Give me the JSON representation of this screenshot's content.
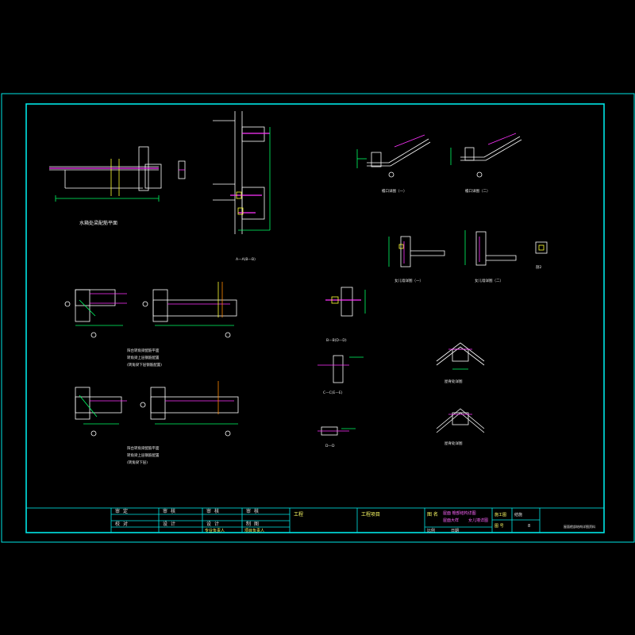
{
  "colors": {
    "background": "#000000",
    "frame": "#00e6e6",
    "linework": "#ffffff",
    "steel": "#ff33ff",
    "dimension": "#00ff66",
    "highlight": "#ffff33",
    "accent": "#ff8800"
  },
  "details": {
    "eave_1": "檐口详图（一）",
    "eave_2": "檐口详图（二）",
    "parapet_1": "女儿墙详图（一）",
    "parapet_2": "女儿墙详图（二）",
    "parapet_sec": "剖2",
    "ridge_1": "屋脊处详图",
    "ridge_2": "屋脊处详图",
    "section_a": "A—A(B—B)",
    "section_b": "B—B(D—D)",
    "section_c": "C—C(E—E)",
    "section_d": "D—D",
    "plan_top": "水箱处梁配筋平面",
    "corner_plan_1": "阳台转角梁配筋平面",
    "corner_note_1a": "转角梁上层钢筋配置",
    "corner_note_1b": "(转角梁下层钢筋配置)",
    "corner_plan_2": "阳台转角梁配筋平面",
    "corner_note_2a": "转角梁上层钢筋配置",
    "corner_note_2b": "(转角梁下层)"
  },
  "titleblock": {
    "roles_a": [
      "审",
      "定",
      "校",
      "对"
    ],
    "roles_b": [
      "审",
      "核",
      "设",
      "计"
    ],
    "roles_c": [
      "审",
      "核",
      "设",
      "计"
    ],
    "roles_d": [
      "审",
      "核",
      "制",
      "图"
    ],
    "sign_a": "专业负责人",
    "sign_b": "项目负责人",
    "company": "工程",
    "project": "工程项目",
    "drawing_label": "图 名",
    "drawing_name_1": "屋面 檐部结构详图",
    "drawing_name_2": "屋面大样",
    "drawing_name_3": "女儿墙详图",
    "scale_label": "比例",
    "date_label": "日期",
    "stage": "施工图",
    "sheet_label": "图 号",
    "sheet_value": "结施",
    "num": "8",
    "footer": "屋面檐部结构详图资料"
  }
}
